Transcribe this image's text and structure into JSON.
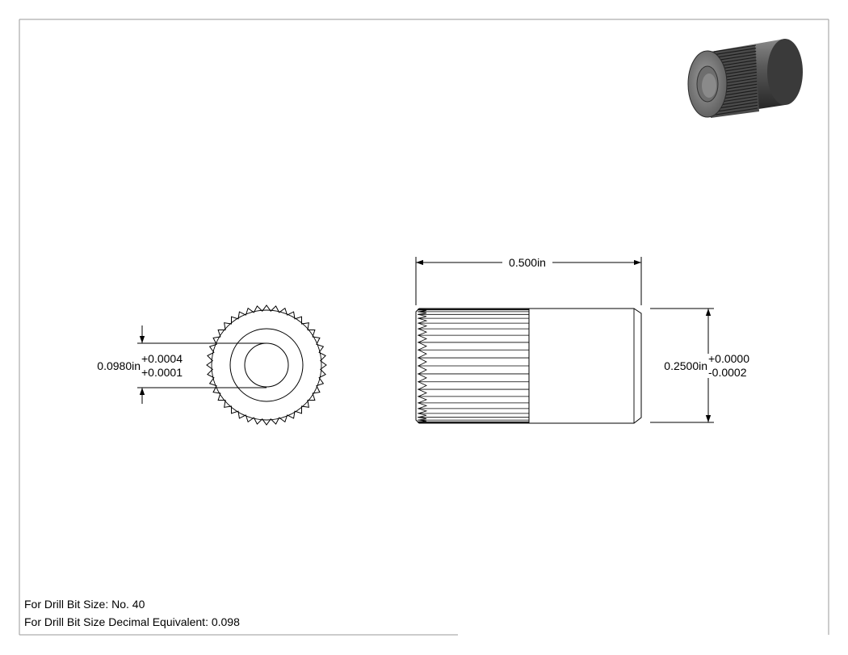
{
  "dimensions": {
    "length": "0.500in",
    "bore": {
      "value": "0.0980in",
      "tol_upper": "+0.0004",
      "tol_lower": "+0.0001"
    },
    "outer_diameter": {
      "value": "0.2500in",
      "tol_upper": "+0.0000",
      "tol_lower": "-0.0002"
    }
  },
  "notes": [
    "For Drill Bit Size: No. 40",
    "For Drill Bit Size Decimal Equivalent: 0.098"
  ]
}
